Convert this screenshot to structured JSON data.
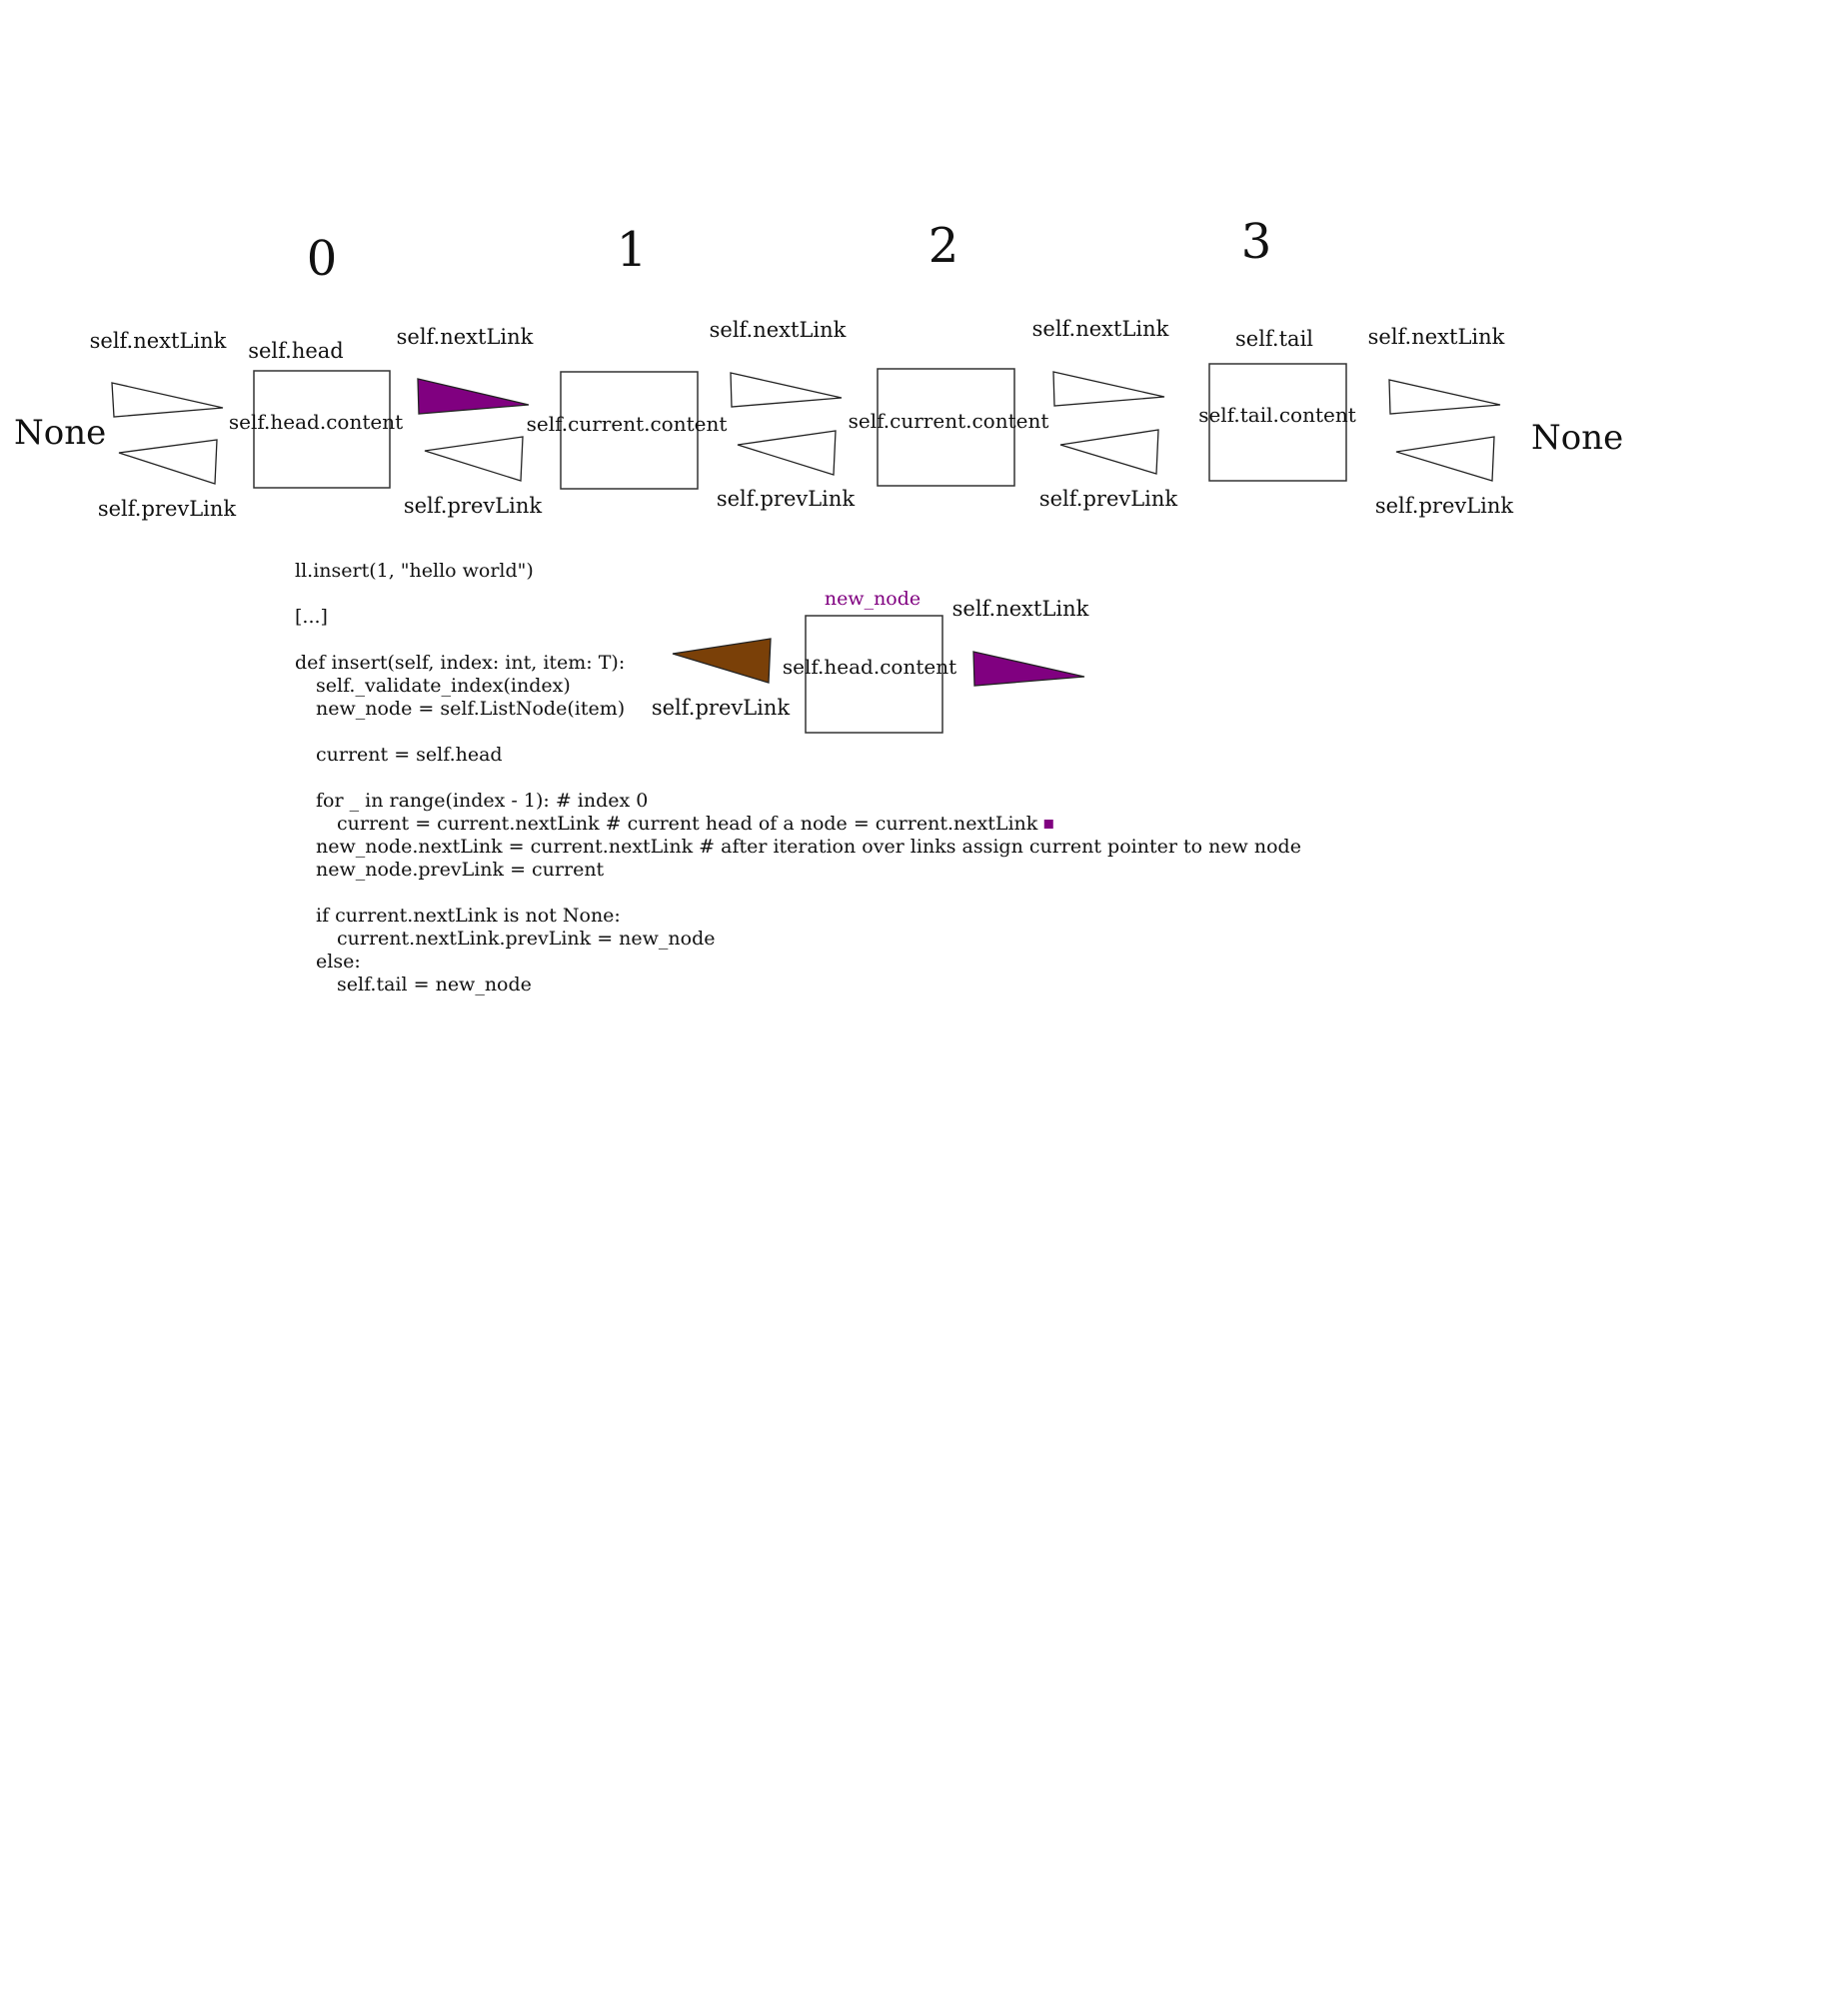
{
  "colors": {
    "outline": "#222222",
    "purple": "#800080",
    "brown": "#7a4008",
    "text": "#111111"
  },
  "indices": [
    "0",
    "1",
    "2",
    "3"
  ],
  "none_left": "None",
  "none_right": "None",
  "nodes": [
    {
      "top_label": "self.head",
      "content": "self.head.content"
    },
    {
      "top_label": "",
      "content": "self.current.content"
    },
    {
      "top_label": "",
      "content": "self.current.content"
    },
    {
      "top_label": "self.tail",
      "content": "self.tail.content"
    }
  ],
  "links": [
    {
      "next_label": "self.nextLink",
      "prev_label": "self.prevLink",
      "next_fill": "none"
    },
    {
      "next_label": "self.nextLink",
      "prev_label": "self.prevLink",
      "next_fill": "purple"
    },
    {
      "next_label": "self.nextLink",
      "prev_label": "self.prevLink",
      "next_fill": "none"
    },
    {
      "next_label": "self.nextLink",
      "prev_label": "self.prevLink",
      "next_fill": "none"
    },
    {
      "next_label": "self.nextLink",
      "prev_label": "self.prevLink",
      "next_fill": "none"
    }
  ],
  "new_node": {
    "title": "new_node",
    "content": "self.head.content",
    "prev_label": "self.prevLink",
    "next_label": "self.nextLink",
    "prev_fill": "brown",
    "next_fill": "purple"
  },
  "code": {
    "lines": [
      "ll.insert(1, \"hello world\")",
      "",
      "[...]",
      "",
      "def insert(self, index: int, item: T):",
      "    self._validate_index(index)",
      "    new_node = self.ListNode(item)",
      "",
      "    current = self.head",
      "",
      "    for _ in range(index - 1): # index 0",
      "        current = current.nextLink # current head of a node = current.nextLink",
      "    new_node.nextLink = current.nextLink # after iteration over links assign current pointer to new node",
      "    new_node.prevLink = current",
      "",
      "    if current.nextLink is not None:",
      "        current.nextLink.prevLink = new_node",
      "    else:",
      "        self.tail = new_node"
    ],
    "marker_line": 11,
    "marker_color": "purple"
  }
}
